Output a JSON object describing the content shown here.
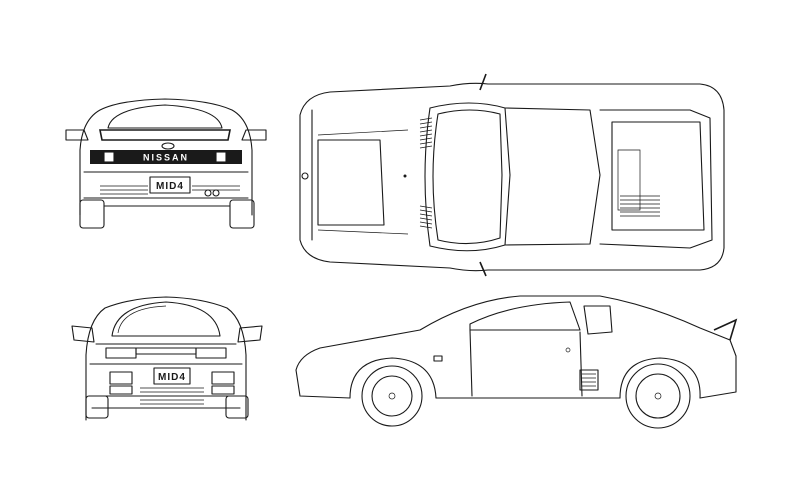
{
  "views": {
    "rear": {
      "brand_badge": "NISSAN",
      "plate": "MID4"
    },
    "front": {
      "plate": "MID4"
    }
  },
  "colors": {
    "ink": "#1a1a1a",
    "paper": "#ffffff"
  }
}
